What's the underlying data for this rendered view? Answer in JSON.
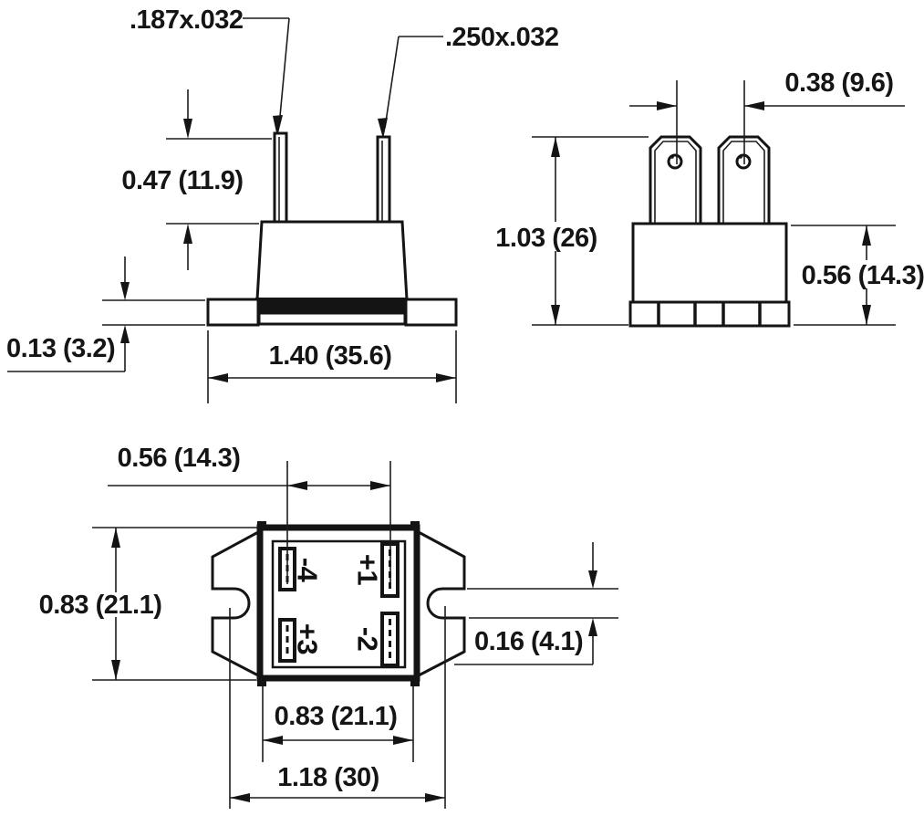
{
  "drawing": {
    "title": "bridge-rectifier-outline-drawing",
    "colors": {
      "line": "#1c1c1c",
      "background": "#ffffff"
    },
    "dims": {
      "tab_small": ".187x.032",
      "tab_large": ".250x.032",
      "tab_height": "0.47 (11.9)",
      "base_thickness": "0.13 (3.2)",
      "base_width": "1.40 (35.6)",
      "tab_spacing": "0.38 (9.6)",
      "total_height": "1.03 (26)",
      "body_height_side": "0.56 (14.3)",
      "terminal_spacing": "0.56 (14.3)",
      "body_height_plan": "0.83 (21.1)",
      "notch_width": "0.16 (4.1)",
      "body_width_plan": "0.83 (21.1)",
      "mount_center_spacing": "1.18 (30)"
    },
    "terminals": {
      "pos1": "+1",
      "neg2": "-2",
      "pos3": "+3",
      "neg4": "-4"
    }
  }
}
